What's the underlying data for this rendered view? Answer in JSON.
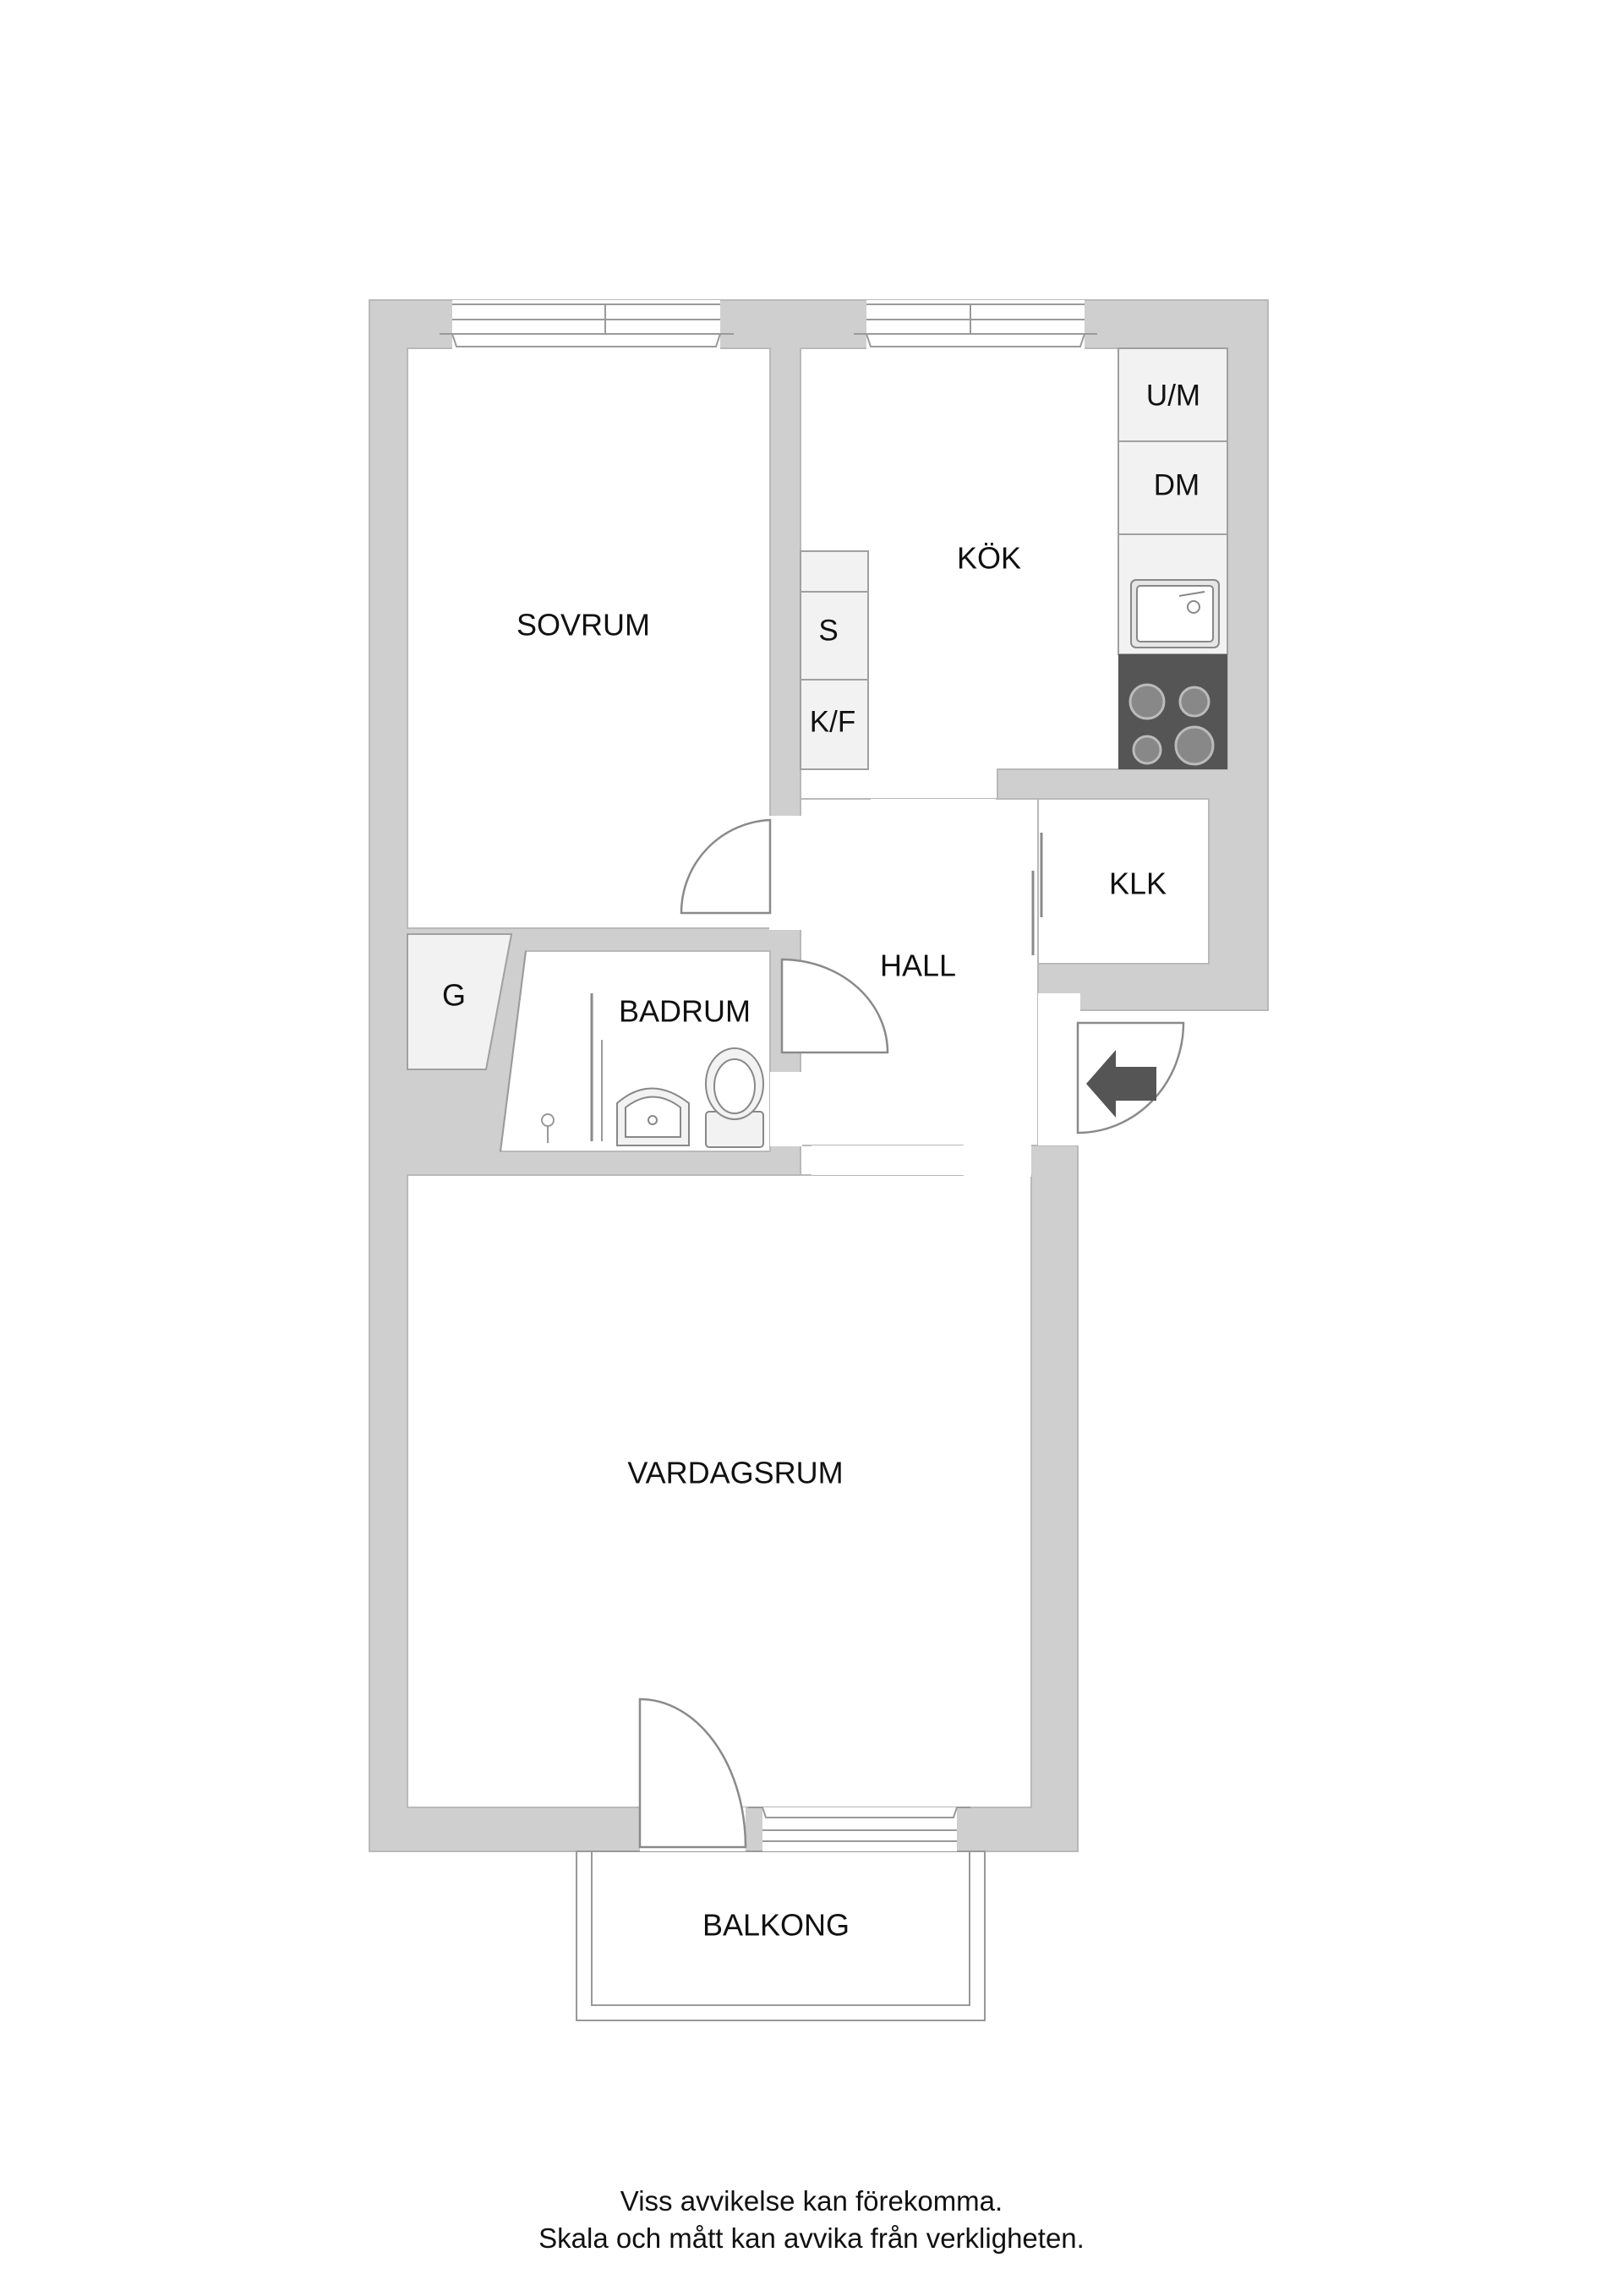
{
  "rooms": {
    "sovrum": "SOVRUM",
    "kok": "KÖK",
    "hall": "HALL",
    "klk": "KLK",
    "badrum": "BADRUM",
    "g": "G",
    "vardagsrum": "VARDAGSRUM",
    "balkong": "BALKONG"
  },
  "fixtures": {
    "um": "U/M",
    "dm": "DM",
    "s": "S",
    "kf": "K/F"
  },
  "icons": {
    "entrance": "entrance-arrow-icon",
    "sink": "kitchen-sink-icon",
    "stove": "stove-icon",
    "washbasin": "washbasin-icon",
    "toilet": "toilet-icon"
  },
  "colors": {
    "wall": "#cfcfcf",
    "stove": "#555555",
    "arrow": "#555555"
  },
  "disclaimer": {
    "line1": "Viss avvikelse kan förekomma.",
    "line2": "Skala och mått kan avvika från verkligheten."
  }
}
